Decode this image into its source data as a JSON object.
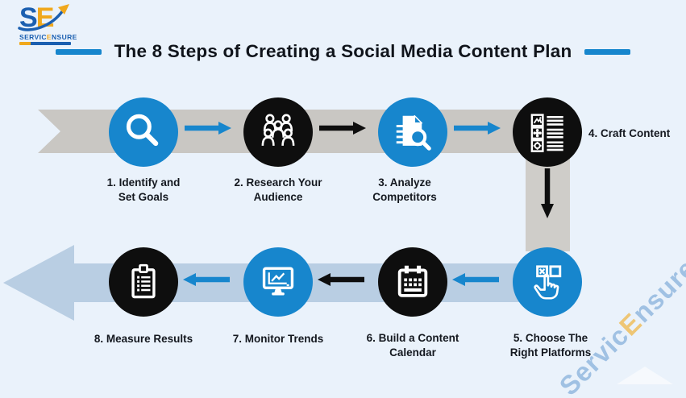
{
  "logo": {
    "monogram_s": "S",
    "monogram_e": "E",
    "wordmark_pre": "SERVIC",
    "wordmark_accent": "E",
    "wordmark_post": "NSURE"
  },
  "header": {
    "title": "The 8 Steps of Creating a Social Media Content Plan"
  },
  "steps": [
    {
      "label_line1": "1. Identify and",
      "label_line2": "Set Goals",
      "icon": "magnifier-icon",
      "circle_color": "#1786cd"
    },
    {
      "label_line1": "2. Research Your",
      "label_line2": "Audience",
      "icon": "audience-icon",
      "circle_color": "#0e0e0e"
    },
    {
      "label_line1": "3. Analyze",
      "label_line2": "Competitors",
      "icon": "document-search-icon",
      "circle_color": "#1786cd"
    },
    {
      "label_line1": "4. Craft Content",
      "label_line2": "",
      "icon": "content-list-icon",
      "circle_color": "#0e0e0e"
    },
    {
      "label_line1": "5. Choose The",
      "label_line2": "Right Platforms",
      "icon": "click-checkbox-icon",
      "circle_color": "#1786cd"
    },
    {
      "label_line1": "6. Build a Content",
      "label_line2": "Calendar",
      "icon": "calendar-icon",
      "circle_color": "#0e0e0e"
    },
    {
      "label_line1": "7. Monitor Trends",
      "label_line2": "",
      "icon": "monitor-chart-icon",
      "circle_color": "#1786cd"
    },
    {
      "label_line1": "8. Measure Results",
      "label_line2": "",
      "icon": "clipboard-icon",
      "circle_color": "#0e0e0e"
    }
  ],
  "flow": {
    "top_row_direction": "left-to-right",
    "bottom_row_direction": "right-to-left",
    "arrow_colors_in_order": [
      "#1786cd",
      "#0e0e0e",
      "#1786cd",
      "#0e0e0e",
      "#1786cd",
      "#0e0e0e",
      "#1786cd"
    ]
  },
  "watermark": {
    "pre": "Servic",
    "accent": "E",
    "post": "nsure"
  },
  "colors": {
    "background": "#eaf2fb",
    "accent_blue": "#1786cd",
    "circle_black": "#0e0e0e",
    "band_gray": "#c9c7c3",
    "band_light_blue": "#b9cee3",
    "title_text": "#10141b",
    "logo_blue": "#1b5fb0",
    "logo_gold": "#f0a81d"
  }
}
